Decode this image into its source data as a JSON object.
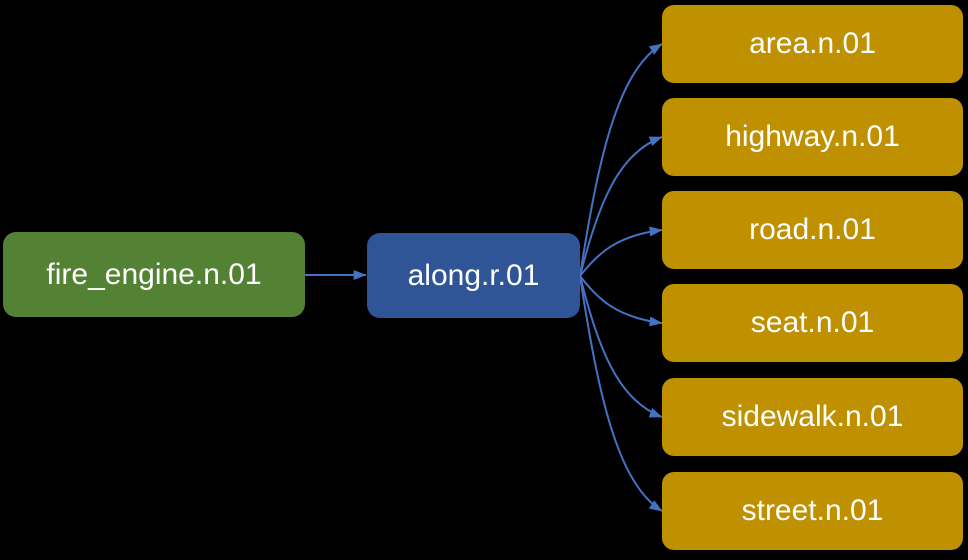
{
  "diagram": {
    "type": "graph-diagram",
    "background_color": "#000000",
    "edge_color": "#4472C4",
    "text_color": "#FFFFFF",
    "source_node": {
      "id": "fire_engine",
      "label": "fire_engine.n.01",
      "fill": "#548235"
    },
    "relation_node": {
      "id": "along",
      "label": "along.r.01",
      "fill": "#2F5597"
    },
    "target_fill": "#BF9000",
    "target_nodes": [
      {
        "id": "area",
        "label": "area.n.01"
      },
      {
        "id": "highway",
        "label": "highway.n.01"
      },
      {
        "id": "road",
        "label": "road.n.01"
      },
      {
        "id": "seat",
        "label": "seat.n.01"
      },
      {
        "id": "sidewalk",
        "label": "sidewalk.n.01"
      },
      {
        "id": "street",
        "label": "street.n.01"
      }
    ],
    "edges": [
      {
        "from": "fire_engine",
        "to": "along",
        "style": "straight"
      },
      {
        "from": "along",
        "to": "area",
        "style": "curved"
      },
      {
        "from": "along",
        "to": "highway",
        "style": "curved"
      },
      {
        "from": "along",
        "to": "road",
        "style": "curved"
      },
      {
        "from": "along",
        "to": "seat",
        "style": "curved"
      },
      {
        "from": "along",
        "to": "sidewalk",
        "style": "curved"
      },
      {
        "from": "along",
        "to": "street",
        "style": "curved"
      }
    ]
  }
}
